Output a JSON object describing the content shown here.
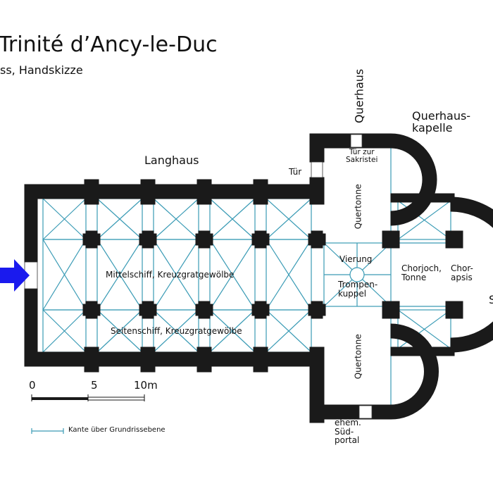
{
  "title": "Trinité d’Ancy-le-Duc",
  "subtitle": "ss, Handskizze",
  "labels": {
    "langhaus": "Langhaus",
    "querhaus": "Querhaus",
    "querhauskapelle_1": "Querhaus-",
    "querhauskapelle_2": "kapelle",
    "tuer": "Tür",
    "tuer_sakristei_1": "Tür zur",
    "tuer_sakristei_2": "Sakristei",
    "quertonne_north": "Quertonne",
    "quertonne_south": "Quertonne",
    "mittelschiff": "Mittelschiff, Kreuzgratgewölbe",
    "seitenschiff": "Seitenschiff, Kreuzgratgewölbe",
    "vierung": "Vierung",
    "trompen_1": "Trompen-",
    "trompen_2": "kuppel",
    "chorjoch_1": "Chorjoch,",
    "chorjoch_2": "Tonne",
    "chorapsis_1": "Chor-",
    "chorapsis_2": "apsis",
    "edge_s": "S",
    "suedportal_1": "ehem.",
    "suedportal_2": "Süd-",
    "suedportal_3": "portal"
  },
  "scale": {
    "ticks": [
      "0",
      "5",
      "10m"
    ]
  },
  "legend": {
    "label": "Kante über Grundrissebene"
  },
  "colors": {
    "wall": "#1a1a1a",
    "vault_line": "#3a9bb5",
    "arrow": "#1a1aee"
  },
  "icons": {
    "entrance": "arrow-right-icon"
  }
}
